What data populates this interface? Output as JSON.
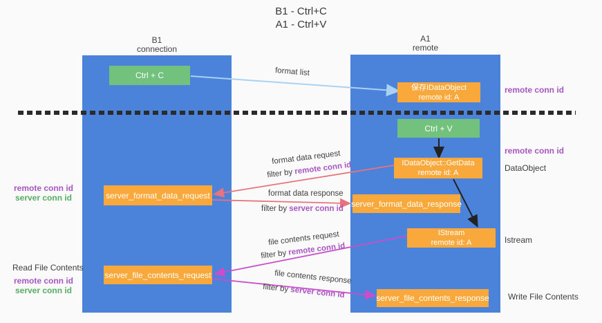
{
  "title": {
    "line1": "B1 - Ctrl+C",
    "line2": "A1 - Ctrl+V"
  },
  "lanes": {
    "left": {
      "name": "B1",
      "role": "connection"
    },
    "right": {
      "name": "A1",
      "role": "remote"
    }
  },
  "boxes": {
    "ctrl_c": {
      "label": "Ctrl + C"
    },
    "ctrl_v": {
      "label": "Ctrl + V"
    },
    "save_dataobject": {
      "line1": "保存IDataObject",
      "line2": "remote id: A"
    },
    "getdata": {
      "line1": "IDataObject::GetData",
      "line2": "remote id: A"
    },
    "istream": {
      "line1": "IStream",
      "line2": "remote id: A"
    },
    "format_request": {
      "label": "server_format_data_request"
    },
    "format_response": {
      "label": "server_format_data_response"
    },
    "file_request": {
      "label": "server_file_contents_request"
    },
    "file_response": {
      "label": "server_file_contents_response"
    }
  },
  "arrow_labels": {
    "format_list": "format list",
    "format_data_request": "format data request",
    "format_data_request_filter": {
      "prefix": "filter by ",
      "key": "remote conn id"
    },
    "format_data_response": "format data response",
    "format_data_response_filter": {
      "prefix": "filter by ",
      "key": "server conn id"
    },
    "file_contents_request": "file contents request",
    "file_contents_request_filter": {
      "prefix": "filter by ",
      "key": "remote conn id"
    },
    "file_contents_response": "file contents response",
    "file_contents_response_filter": {
      "prefix": "filter by ",
      "key": "server conn id"
    }
  },
  "side_labels": {
    "right_remote_conn_top": "remote conn id",
    "right_remote_conn_mid": "remote conn id",
    "right_dataobject": "DataObject",
    "right_istream": "Istream",
    "right_write_file": "Write File Contents",
    "left_remote_conn_mid": "remote conn id",
    "left_server_conn_mid": "server conn id",
    "left_read_file": "Read File Contents",
    "left_remote_conn_bottom": "remote conn id",
    "left_server_conn_bottom": "server conn id"
  },
  "colors": {
    "lane_blue": "#4b82da",
    "box_green": "#72c17d",
    "box_orange": "#f9a93c",
    "arrow_light_blue": "#a9d2f2",
    "arrow_black": "#222222",
    "arrow_red": "#e8737c",
    "arrow_magenta": "#ca4ecb",
    "text_purple": "#a855c2",
    "text_green": "#56ad62",
    "text_dark": "#3c3c3c"
  }
}
